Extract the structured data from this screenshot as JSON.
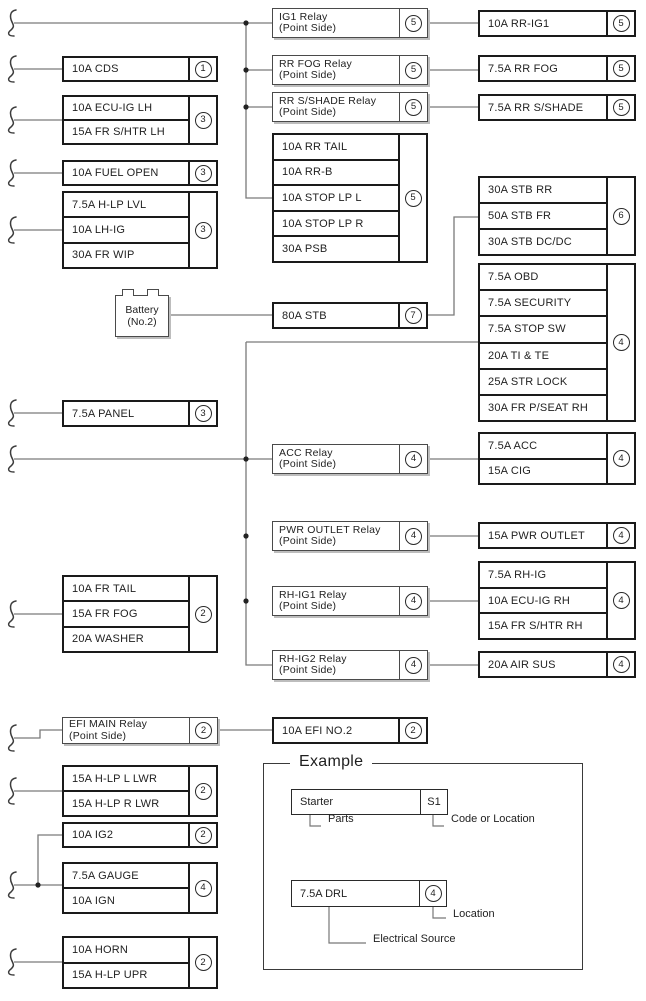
{
  "boxes": {
    "cds": {
      "rows": [
        "10A CDS"
      ],
      "code": "1"
    },
    "ecu_ig_lh": {
      "rows": [
        "10A ECU-IG LH",
        "15A FR S/HTR LH"
      ],
      "code": "3"
    },
    "fuel_open": {
      "rows": [
        "10A FUEL OPEN"
      ],
      "code": "3"
    },
    "hlp_lvl": {
      "rows": [
        "7.5A H-LP LVL",
        "10A LH-IG",
        "30A FR WIP"
      ],
      "code": "3"
    },
    "panel": {
      "rows": [
        "7.5A PANEL"
      ],
      "code": "3"
    },
    "fr_tail": {
      "rows": [
        "10A FR TAIL",
        "15A FR FOG",
        "20A WASHER"
      ],
      "code": "2"
    },
    "efi_main_relay": {
      "rows": [
        "EFI MAIN Relay",
        "(Point Side)"
      ],
      "code": "2"
    },
    "hlp_lwr": {
      "rows": [
        "15A H-LP L LWR",
        "15A H-LP R LWR"
      ],
      "code": "2"
    },
    "ig2": {
      "rows": [
        "10A IG2"
      ],
      "code": "2"
    },
    "gauge": {
      "rows": [
        "7.5A GAUGE",
        "10A IGN"
      ],
      "code": "4"
    },
    "horn": {
      "rows": [
        "10A HORN",
        "15A H-LP UPR"
      ],
      "code": "2"
    },
    "ig1_relay": {
      "rows": [
        "IG1 Relay",
        "(Point Side)"
      ],
      "code": "5"
    },
    "rr_fog_relay": {
      "rows": [
        "RR FOG Relay",
        "(Point Side)"
      ],
      "code": "5"
    },
    "rr_sshade_relay": {
      "rows": [
        "RR S/SHADE Relay",
        "(Point Side)"
      ],
      "code": "5"
    },
    "rr_group": {
      "rows": [
        "10A RR TAIL",
        "10A RR-B",
        "10A STOP LP L",
        "10A STOP LP R",
        "30A PSB"
      ],
      "code": "5"
    },
    "stb_80": {
      "rows": [
        "80A STB"
      ],
      "code": "7"
    },
    "acc_relay": {
      "rows": [
        "ACC Relay",
        "(Point Side)"
      ],
      "code": "4"
    },
    "pwr_outlet_relay": {
      "rows": [
        "PWR OUTLET Relay",
        "(Point Side)"
      ],
      "code": "4"
    },
    "rh_ig1_relay": {
      "rows": [
        "RH-IG1 Relay",
        "(Point Side)"
      ],
      "code": "4"
    },
    "rh_ig2_relay": {
      "rows": [
        "RH-IG2 Relay",
        "(Point Side)"
      ],
      "code": "4"
    },
    "efi_no2": {
      "rows": [
        "10A EFI NO.2"
      ],
      "code": "2"
    },
    "rr_ig1": {
      "rows": [
        "10A RR-IG1"
      ],
      "code": "5"
    },
    "rr_fog": {
      "rows": [
        "7.5A RR FOG"
      ],
      "code": "5"
    },
    "rr_sshade": {
      "rows": [
        "7.5A RR S/SHADE"
      ],
      "code": "5"
    },
    "stb_group": {
      "rows": [
        "30A STB RR",
        "50A STB FR",
        "30A STB DC/DC"
      ],
      "code": "6"
    },
    "obd_group": {
      "rows": [
        "7.5A OBD",
        "7.5A SECURITY",
        "7.5A STOP SW",
        "20A TI & TE",
        "25A STR LOCK",
        "30A FR P/SEAT RH"
      ],
      "code": "4"
    },
    "acc_cig": {
      "rows": [
        "7.5A ACC",
        "15A CIG"
      ],
      "code": "4"
    },
    "pwr_outlet": {
      "rows": [
        "15A PWR OUTLET"
      ],
      "code": "4"
    },
    "rh_ig_group": {
      "rows": [
        "7.5A RH-IG",
        "10A ECU-IG RH",
        "15A FR S/HTR RH"
      ],
      "code": "4"
    },
    "air_sus": {
      "rows": [
        "20A AIR SUS"
      ],
      "code": "4"
    }
  },
  "battery": {
    "line1": "Battery",
    "line2": "(No.2)"
  },
  "example": {
    "title": "Example",
    "starter": {
      "label": "Starter",
      "code": "S1"
    },
    "drl": {
      "label": "7.5A DRL",
      "code": "4"
    },
    "labels": {
      "parts": "Parts",
      "code_or_location": "Code or Location",
      "location": "Location",
      "electrical_source": "Electrical Source"
    }
  },
  "colors": {
    "wire": "#7a7a7a",
    "box_border": "#1a1a1a",
    "relay_border": "#4a4a4a"
  }
}
